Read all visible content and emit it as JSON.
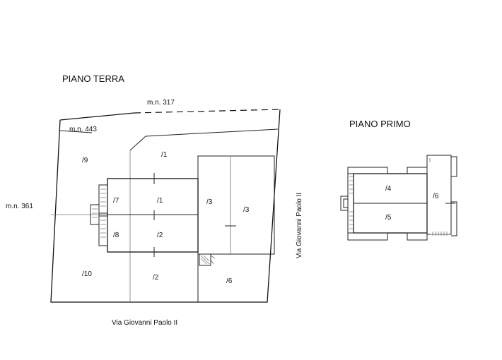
{
  "titles": {
    "ground_floor": "PIANO TERRA",
    "first_floor": "PIANO PRIMO"
  },
  "neighbors": {
    "north": "m.n. 317",
    "west_top": "m.n. 443",
    "west": "m.n. 361"
  },
  "streets": {
    "bottom": "Via Giovanni Paolo II",
    "side": "Via Giovanni Paolo II"
  },
  "ground_floor_subunits": {
    "s1_top": "/1",
    "s1_building": "/1",
    "s2_building": "/2",
    "s2_bottom": "/2",
    "s3_left": "/3",
    "s3_right": "/3",
    "s6": "/6",
    "s7": "/7",
    "s8": "/8",
    "s9": "/9",
    "s10": "/10"
  },
  "first_floor_subunits": {
    "s4": "/4",
    "s5": "/5",
    "s6": "/6"
  }
}
